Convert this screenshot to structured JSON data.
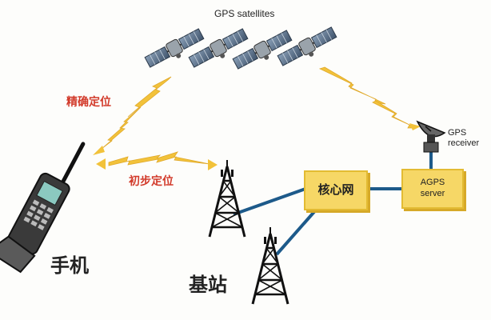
{
  "labels": {
    "gps_satellites": "GPS satellites",
    "fine_positioning": "精确定位",
    "initial_positioning": "初步定位",
    "gps_receiver_line1": "GPS",
    "gps_receiver_line2": "receiver",
    "core_network": "核心网",
    "agps_server_line1": "AGPS",
    "agps_server_line2": "server",
    "phone": "手机",
    "base_station": "基站"
  },
  "colors": {
    "box_fill": "#f6d766",
    "link_line": "#1d5a8a",
    "signal_bolt": "#f2c23a",
    "label_red": "#d23a2a",
    "satellite_panel": "#5a6f86"
  },
  "icons": [
    "satellite-icon",
    "signal-bolt-icon",
    "dish-antenna-icon",
    "base-station-tower-icon",
    "mobile-phone-icon"
  ]
}
